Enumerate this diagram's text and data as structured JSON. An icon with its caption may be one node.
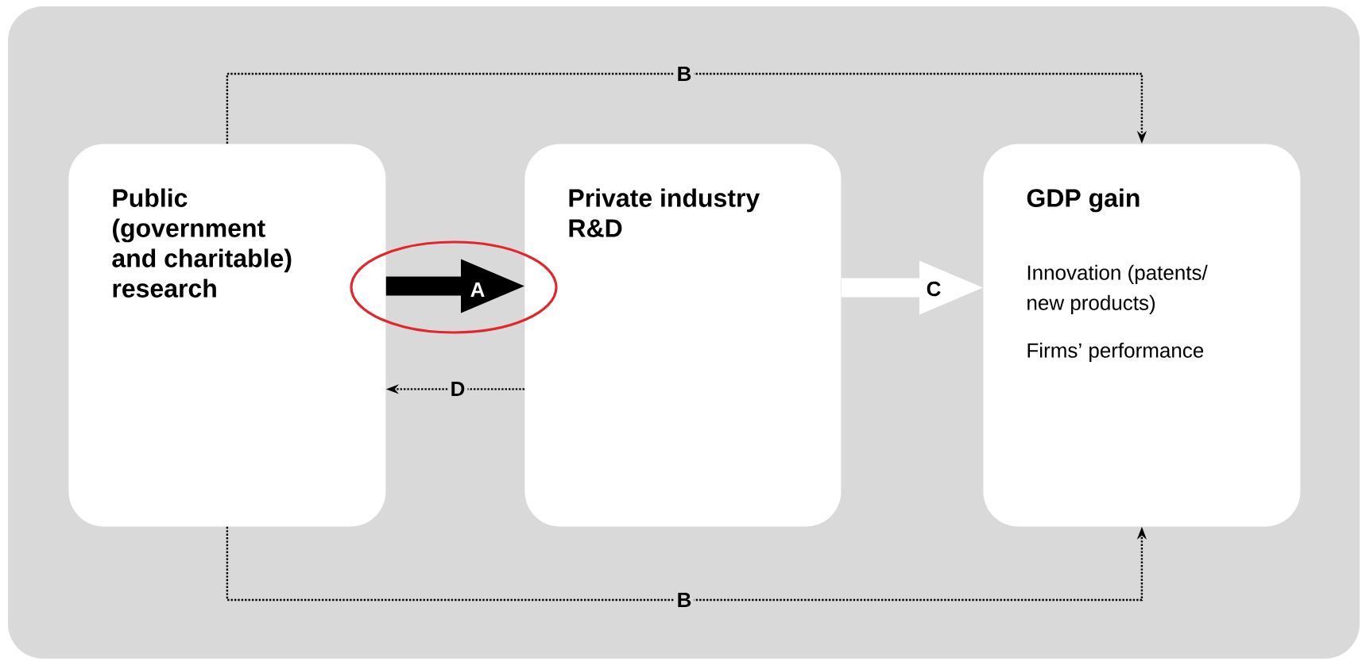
{
  "diagram": {
    "nodes": [
      {
        "text": [
          "Public (government and charitable) research"
        ]
      },
      {
        "text": [
          "Private industry R&D"
        ]
      },
      {
        "text": [
          "GDP gain",
          "Innovation (patents/ new products)",
          "Firms’ performance"
        ]
      }
    ],
    "edges": [
      {
        "from": 0,
        "to": 1,
        "arrow": "to",
        "label": "A",
        "style": "thick"
      },
      {
        "from": 1,
        "to": 2,
        "arrow": "to",
        "label": "C",
        "style": "thick",
        "color": "#ffffff"
      },
      {
        "from": 1,
        "to": 0,
        "arrow": "to",
        "label": "D",
        "style": "dashed"
      },
      {
        "from": 0,
        "to": 2,
        "arrow": "to",
        "label": "B",
        "style": "dashed"
      },
      {
        "from": 0,
        "to": 2,
        "arrow": "to",
        "label": "B",
        "style": "dashed"
      }
    ]
  }
}
